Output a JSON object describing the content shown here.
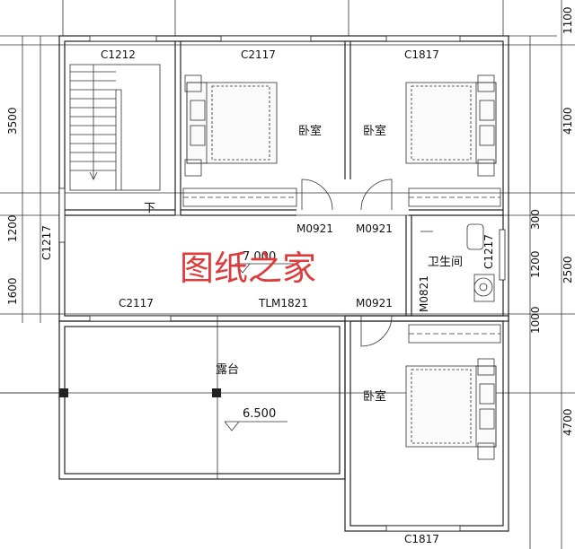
{
  "watermark": "图纸之家",
  "rooms": {
    "bedroom_nw": "卧室",
    "bedroom_ne": "卧室",
    "bedroom_se": "卧室",
    "bathroom": "卫生间",
    "terrace": "露台"
  },
  "stair_label": "下",
  "windows": {
    "top_left": "C1212",
    "top_mid": "C2117",
    "top_right": "C1817",
    "left_side": "C1217",
    "mid_left": "C2117",
    "bath_side": "C1217",
    "bottom_right": "C1817"
  },
  "doors": {
    "m1": "M0921",
    "m2": "M0921",
    "m3": "M0921",
    "m4": "M0821",
    "tlm": "TLM1821"
  },
  "elevations": {
    "upper": "7.000",
    "terrace": "6.500"
  },
  "dims_left": [
    "3500",
    "1200",
    "1600"
  ],
  "dims_right": [
    "1100",
    "4100",
    "300",
    "1200",
    "2500",
    "1000",
    "4700"
  ]
}
